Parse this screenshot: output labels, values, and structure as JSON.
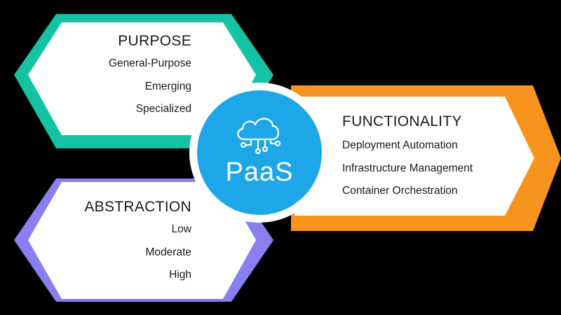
{
  "center": {
    "label": "PaaS",
    "icon": "cloud-network-icon",
    "color": "#1ea7e8"
  },
  "panels": {
    "purpose": {
      "title": "PURPOSE",
      "items": [
        "General-Purpose",
        "Emerging",
        "Specialized"
      ],
      "accent": "#14c3a4"
    },
    "functionality": {
      "title": "FUNCTIONALITY",
      "items": [
        "Deployment Automation",
        "Infrastructure Management",
        "Container Orchestration"
      ],
      "accent": "#f7941d"
    },
    "abstraction": {
      "title": "ABSTRACTION",
      "items": [
        "Low",
        "Moderate",
        "High"
      ],
      "accent": "#8a7ff0"
    }
  }
}
